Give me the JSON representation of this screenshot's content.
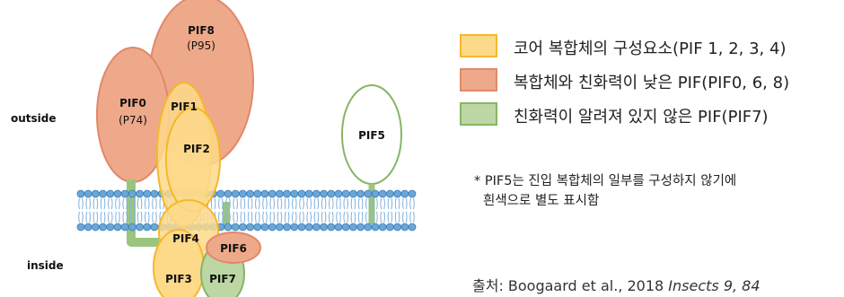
{
  "labels": {
    "outside": "outside",
    "inside": "inside"
  },
  "proteins": {
    "pif8": {
      "name": "PIF8",
      "sub": "(P95)"
    },
    "pif0": {
      "name": "PIF0",
      "sub": "(P74)"
    },
    "pif1": {
      "name": "PIF1"
    },
    "pif2": {
      "name": "PIF2"
    },
    "pif5": {
      "name": "PIF5"
    },
    "pif4": {
      "name": "PIF4"
    },
    "pif6": {
      "name": "PIF6"
    },
    "pif3": {
      "name": "PIF3"
    },
    "pif7": {
      "name": "PIF7"
    }
  },
  "colors": {
    "core_fill": "#fdd98a",
    "core_stroke": "#f5b82a",
    "low_fill": "#eea98a",
    "low_stroke": "#e0896a",
    "unknown_fill": "#bcd7a3",
    "unknown_stroke": "#86b565",
    "pif5_stroke": "#86b565",
    "membrane_head": "#6aa6d6",
    "membrane_head_stroke": "#3d7eb8",
    "membrane_tail": "#7fb2de"
  },
  "legend": [
    {
      "text": "코어 복합체의 구성요소(PIF 1, 2, 3, 4)",
      "swatch": "core"
    },
    {
      "text": "복합체와 친화력이 낮은 PIF(PIF0, 6, 8)",
      "swatch": "low"
    },
    {
      "text": "친화력이 알려져 있지 않은 PIF(PIF7)",
      "swatch": "unknown"
    }
  ],
  "note": {
    "line1": "* PIF5는 진입 복합체의 일부를 구성하지 않기에",
    "line2": "흰색으로 별도 표시함"
  },
  "source": {
    "prefix": "출처: Boogaard et al., 2018 ",
    "journal": "Insects 9, 84"
  }
}
